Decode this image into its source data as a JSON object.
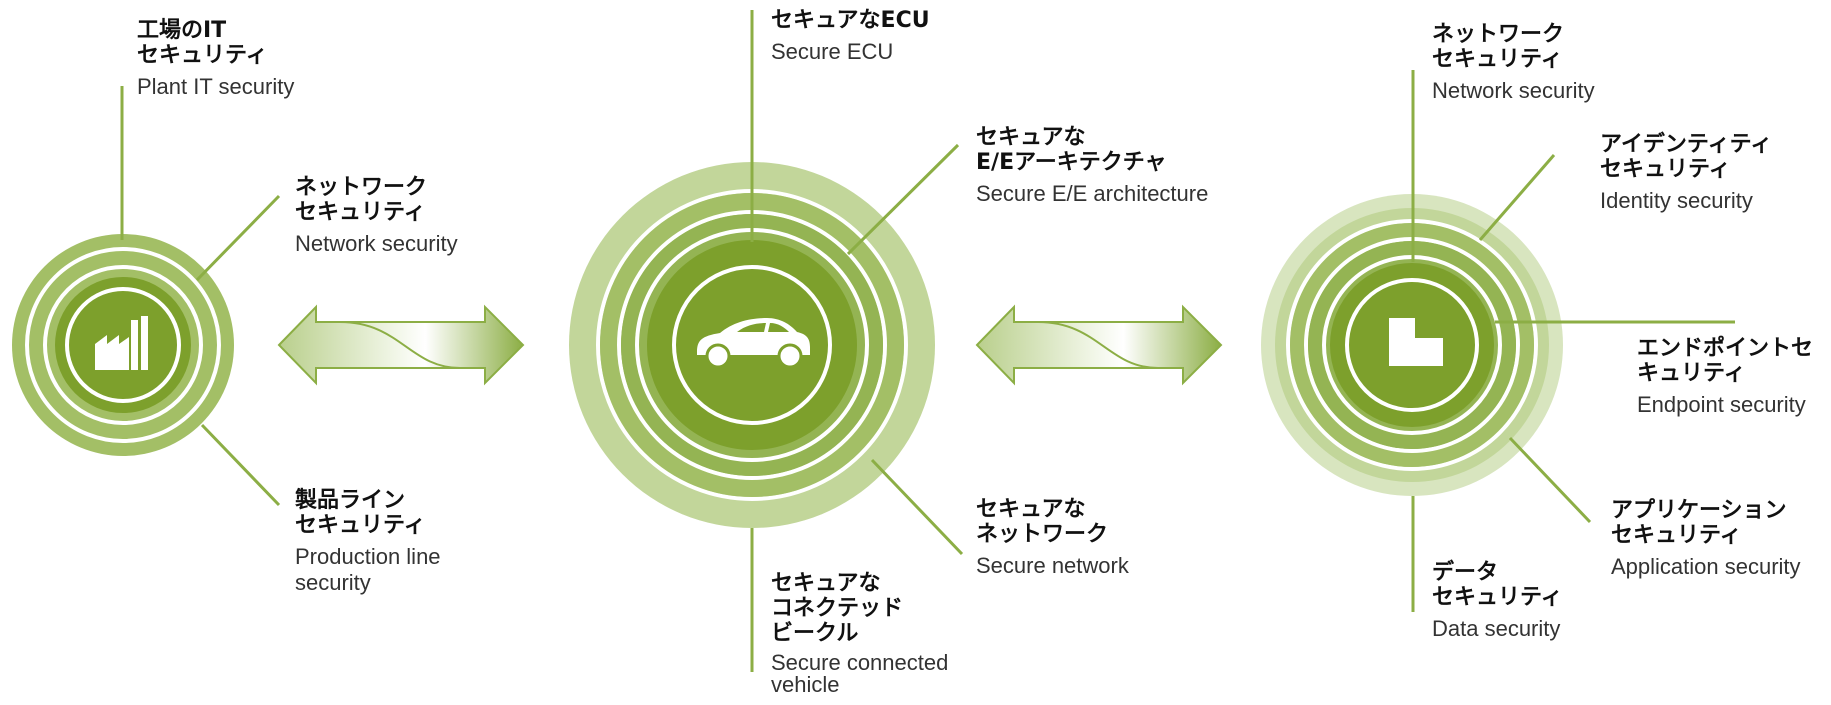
{
  "colors": {
    "ring_dark": "#7da02c",
    "ring_mid": "#a3bf66",
    "ring_light": "#c2d69a",
    "line": "#8cae45",
    "arrow": "#8cae45"
  },
  "left_group": {
    "icon": "factory-icon",
    "labels": [
      {
        "jp": [
          "工場のIT",
          "セキュリティ"
        ],
        "en": [
          "Plant IT security"
        ]
      },
      {
        "jp": [
          "ネットワーク",
          "セキュリティ"
        ],
        "en": [
          "Network security"
        ]
      },
      {
        "jp": [
          "製品ライン",
          "セキュリティ"
        ],
        "en": [
          "Production line",
          "security"
        ]
      }
    ]
  },
  "center_group": {
    "icon": "car-icon",
    "labels": [
      {
        "jp": [
          "セキュアなECU"
        ],
        "en": [
          "Secure ECU"
        ]
      },
      {
        "jp": [
          "セキュアな",
          "E/Eアーキテクチャ"
        ],
        "en": [
          "Secure E/E architecture"
        ]
      },
      {
        "jp": [
          "セキュアな",
          "ネットワーク"
        ],
        "en": [
          "Secure network"
        ]
      },
      {
        "jp": [
          "セキュアな",
          "コネクテッド",
          "ビークル"
        ],
        "en": [
          "Secure connected",
          "vehicle"
        ]
      }
    ]
  },
  "right_group": {
    "icon": "building-icon",
    "labels": [
      {
        "jp": [
          "ネットワーク",
          "セキュリティ"
        ],
        "en": [
          "Network security"
        ]
      },
      {
        "jp": [
          "アイデンティティ",
          "セキュリティ"
        ],
        "en": [
          "Identity security"
        ]
      },
      {
        "jp": [
          "エンドポイントセ",
          "キュリティ"
        ],
        "en": [
          "Endpoint security"
        ]
      },
      {
        "jp": [
          "アプリケーション",
          "セキュリティ"
        ],
        "en": [
          "Application security"
        ]
      },
      {
        "jp": [
          "データ",
          "セキュリティ"
        ],
        "en": [
          "Data security"
        ]
      }
    ]
  }
}
